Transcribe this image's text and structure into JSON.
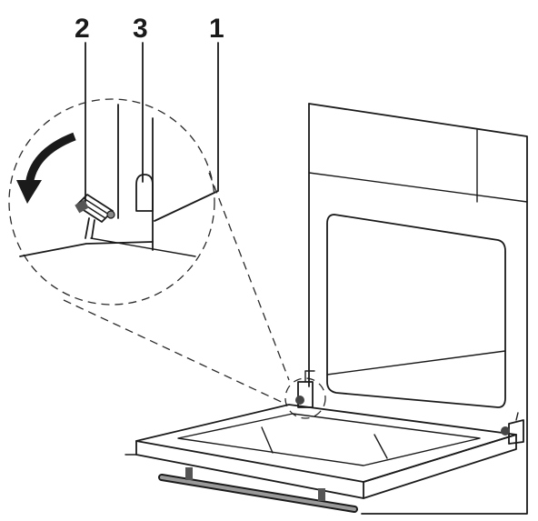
{
  "callouts": [
    {
      "id": "2",
      "text": "2"
    },
    {
      "id": "3",
      "text": "3"
    },
    {
      "id": "1",
      "text": "1"
    }
  ]
}
